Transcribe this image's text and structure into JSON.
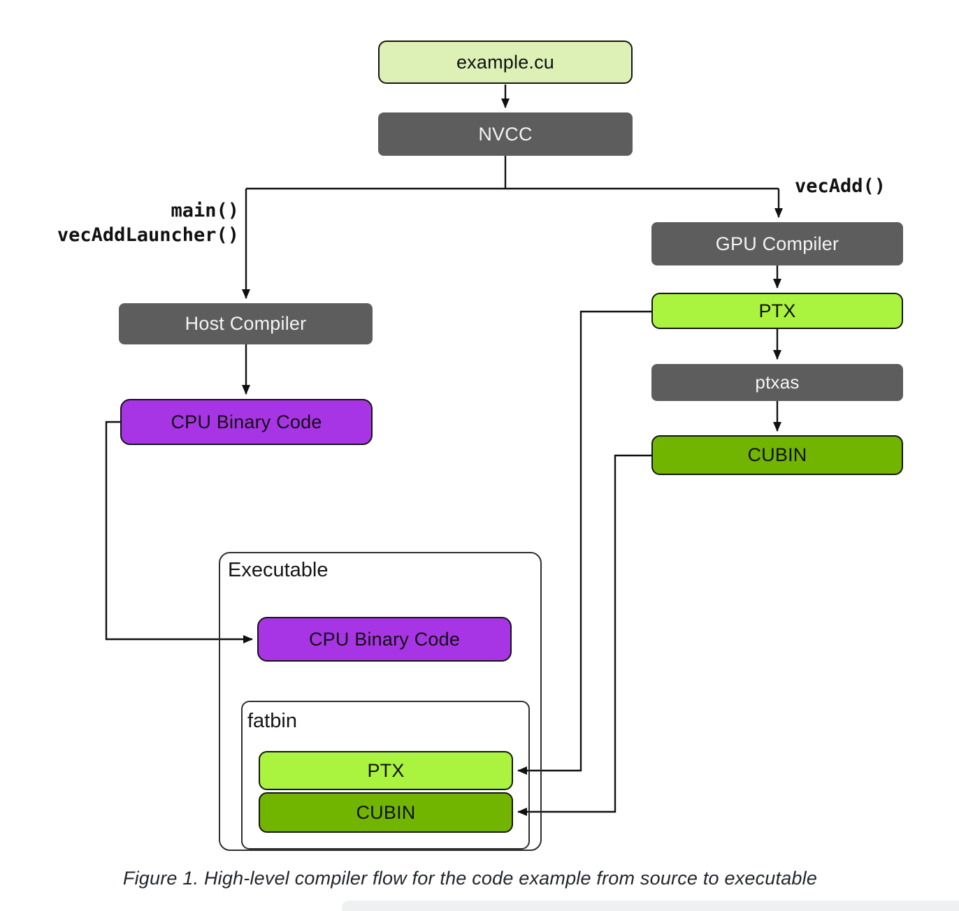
{
  "diagram": {
    "nodes": {
      "example_cu": {
        "label": "example.cu",
        "fill": "#ddf1b6"
      },
      "nvcc": {
        "label": "NVCC",
        "fill": "#5d5d5d"
      },
      "gpu_compiler": {
        "label": "GPU Compiler",
        "fill": "#5d5d5d"
      },
      "ptx": {
        "label": "PTX",
        "fill": "#aaf43f"
      },
      "ptxas": {
        "label": "ptxas",
        "fill": "#5d5d5d"
      },
      "cubin": {
        "label": "CUBIN",
        "fill": "#72b500"
      },
      "host_compiler": {
        "label": "Host Compiler",
        "fill": "#5d5d5d"
      },
      "cpu_binary": {
        "label": "CPU Binary Code",
        "fill": "#a835e5"
      },
      "executable_group": {
        "label": "Executable"
      },
      "cpu_binary_embedded": {
        "label": "CPU Binary Code",
        "fill": "#a835e5"
      },
      "fatbin_group": {
        "label": "fatbin"
      },
      "ptx_embedded": {
        "label": "PTX",
        "fill": "#aaf43f"
      },
      "cubin_embedded": {
        "label": "CUBIN",
        "fill": "#72b500"
      }
    },
    "edge_labels": {
      "host_path_line1": "main()",
      "host_path_line2": "vecAddLauncher()",
      "device_path": "vecAdd()"
    },
    "colors": {
      "pale_green": "#ddf1b6",
      "bright_green": "#aaf43f",
      "nvidia_green": "#72b500",
      "purple": "#a835e5",
      "gray": "#5d5d5d",
      "line": "#111111"
    }
  },
  "caption": "Figure 1. High-level compiler flow for the code example from source to executable"
}
